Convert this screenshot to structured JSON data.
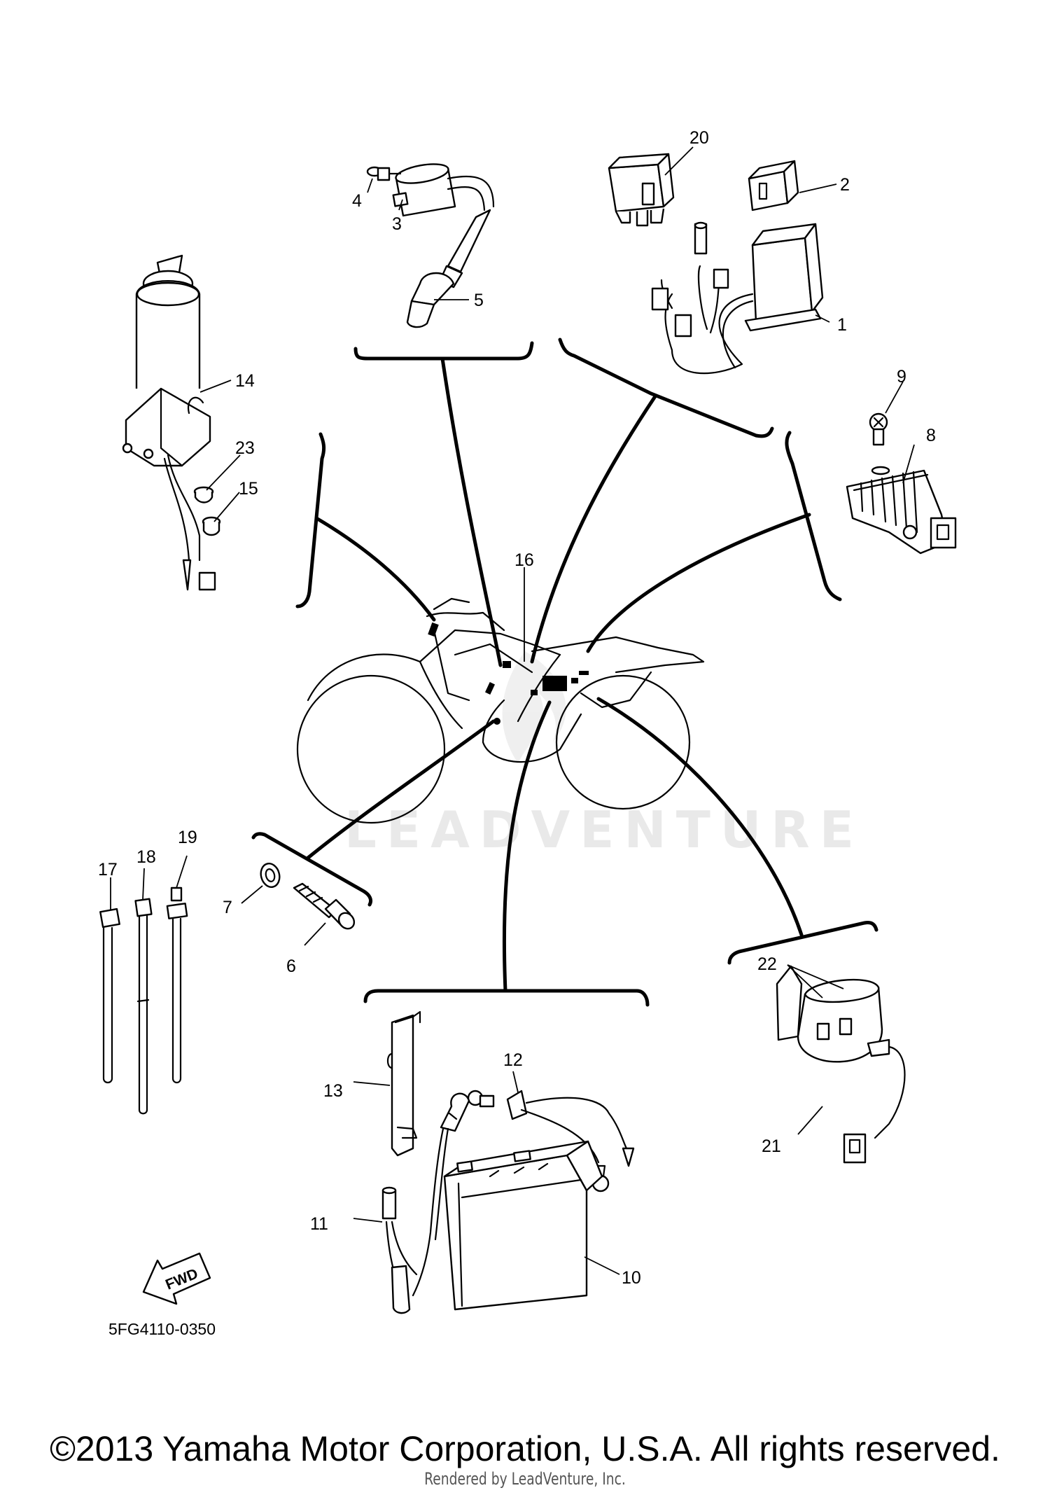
{
  "diagram": {
    "watermark": "LEADVENTURE",
    "diagram_code": "5FG4110-0350",
    "fwd_label": "FWD",
    "callouts": [
      {
        "id": "c1",
        "label": "1"
      },
      {
        "id": "c2",
        "label": "2"
      },
      {
        "id": "c3",
        "label": "3"
      },
      {
        "id": "c4",
        "label": "4"
      },
      {
        "id": "c5",
        "label": "5"
      },
      {
        "id": "c6",
        "label": "6"
      },
      {
        "id": "c7",
        "label": "7"
      },
      {
        "id": "c8",
        "label": "8"
      },
      {
        "id": "c9",
        "label": "9"
      },
      {
        "id": "c10",
        "label": "10"
      },
      {
        "id": "c11",
        "label": "11"
      },
      {
        "id": "c12",
        "label": "12"
      },
      {
        "id": "c13",
        "label": "13"
      },
      {
        "id": "c14",
        "label": "14"
      },
      {
        "id": "c15",
        "label": "15"
      },
      {
        "id": "c16",
        "label": "16"
      },
      {
        "id": "c17",
        "label": "17"
      },
      {
        "id": "c18",
        "label": "18"
      },
      {
        "id": "c19",
        "label": "19"
      },
      {
        "id": "c20",
        "label": "20"
      },
      {
        "id": "c21",
        "label": "21"
      },
      {
        "id": "c22",
        "label": "22"
      },
      {
        "id": "c23",
        "label": "23"
      }
    ]
  },
  "footer": {
    "copyright": "©2013 Yamaha Motor Corporation, U.S.A. All rights reserved.",
    "rendered_by": "Rendered by LeadVenture, Inc."
  }
}
